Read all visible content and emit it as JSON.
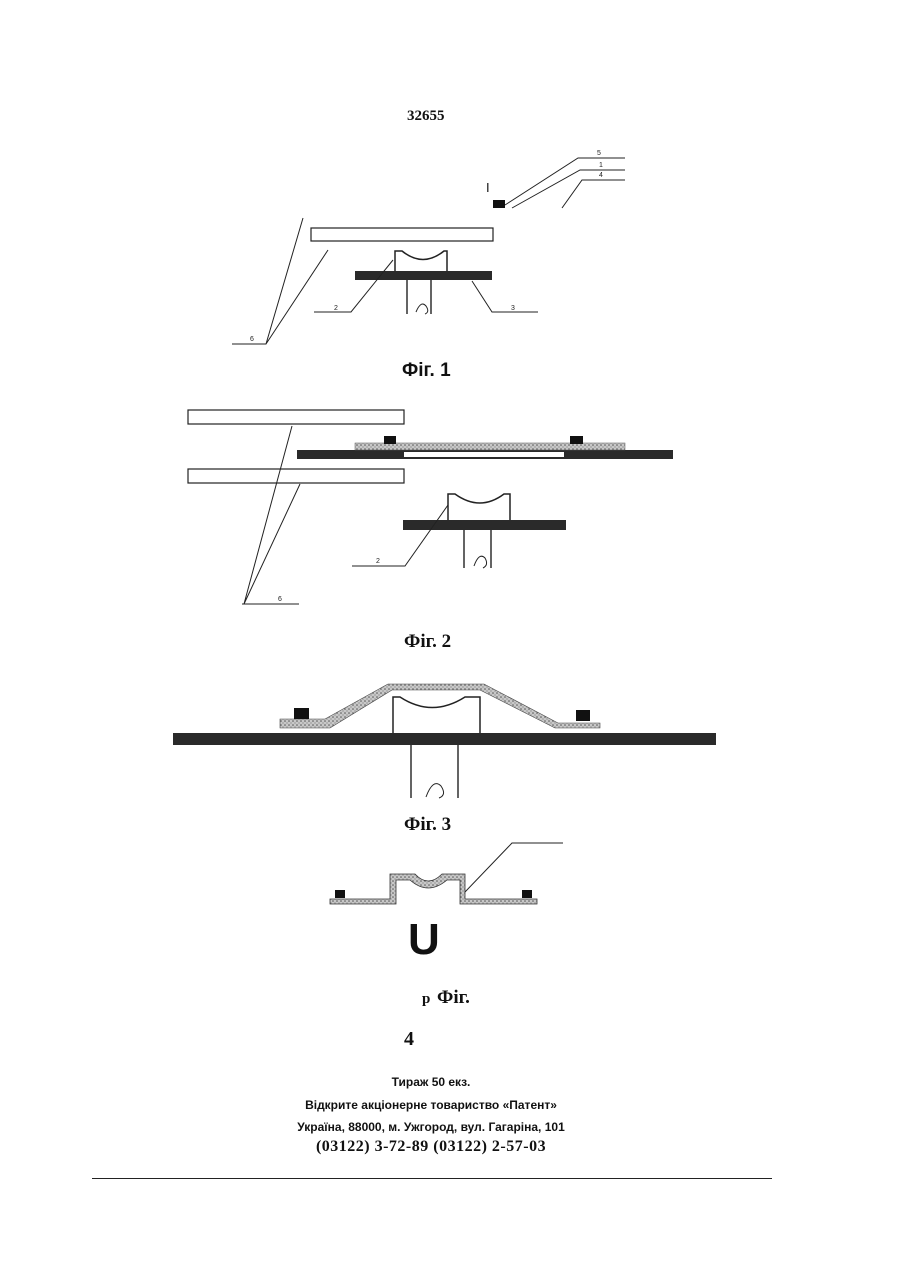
{
  "header": {
    "patent_number": "32655"
  },
  "figures": [
    {
      "caption": "Фіг. 1",
      "labels": [
        "5",
        "1",
        "4",
        "I",
        "6",
        "2",
        "3"
      ]
    },
    {
      "caption": "Фіг. 2",
      "labels": [
        "2",
        "6"
      ]
    },
    {
      "caption": "Фіг. 3"
    },
    {
      "caption_prefix": "р",
      "caption": "Фіг.",
      "glyph": "U"
    }
  ],
  "page_number": "4",
  "footer": {
    "print_run": "Тираж 50 екз.",
    "publisher": "Відкрите акціонерне товариство «Патент»",
    "address": "Україна, 88000, м. Ужгород, вул. Гагаріна, 101",
    "phones": "(03122) 3-72-89 (03122) 2-57-03"
  },
  "colors": {
    "ink": "#111111",
    "fill_dark": "#2a2a2a",
    "fill_stipple": "#9a9a9a"
  }
}
